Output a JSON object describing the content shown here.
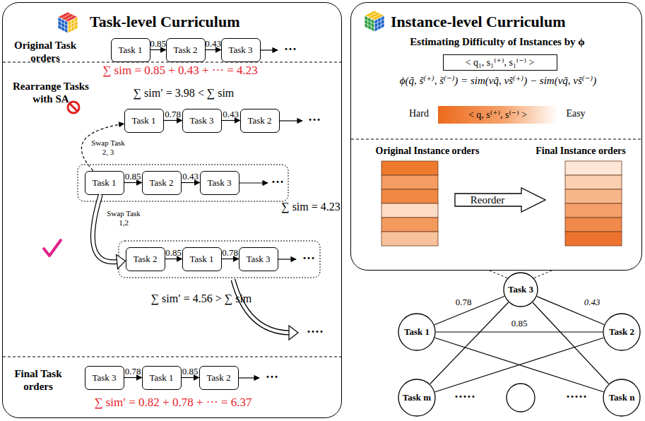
{
  "diagram": {
    "nodes": [
      {
        "text": [
          "Task-level Curriculum"
        ]
      },
      {
        "text": [
          "Task 1"
        ],
        "in": 0
      },
      {
        "text": [
          "Task 2"
        ],
        "in": 0
      },
      {
        "text": [
          "Task 3"
        ],
        "in": 0
      },
      {
        "text": [
          "Task 1"
        ],
        "in": 0
      },
      {
        "text": [
          "Task 3"
        ],
        "in": 0
      },
      {
        "text": [
          "Task 2"
        ],
        "in": 0
      },
      {
        "text": [
          "Task 1"
        ],
        "in": 0
      },
      {
        "text": [
          "Task 2"
        ],
        "in": 0
      },
      {
        "text": [
          "Task 3"
        ],
        "in": 0
      },
      {
        "text": [
          "Task 2"
        ],
        "in": 0
      },
      {
        "text": [
          "Task 1"
        ],
        "in": 0
      },
      {
        "text": [
          "Task 3"
        ],
        "in": 0
      },
      {
        "text": [
          "Task 3"
        ],
        "in": 0
      },
      {
        "text": [
          "Task 1"
        ],
        "in": 0
      },
      {
        "text": [
          "Task 2"
        ],
        "in": 0
      },
      {
        "text": [
          "Instance-level Curriculum"
        ]
      },
      {
        "text": [
          "< q₁, s₁⁽⁺⁾, s₁⁽⁻⁾ >"
        ],
        "in": 16
      },
      {
        "text": [
          "< q, s⁽⁺⁾, s⁽⁻⁾ >"
        ],
        "in": 16
      },
      {
        "text": [
          "Reorder"
        ],
        "in": 16
      },
      {
        "text": [
          "Task 3"
        ]
      },
      {
        "text": [
          "Task 1"
        ]
      },
      {
        "text": [
          "Task 2"
        ]
      },
      {
        "text": [
          "Task m"
        ]
      },
      {
        "text": [
          "Task n"
        ]
      }
    ],
    "edges": [
      {
        "from": 1,
        "to": 2,
        "label": "0.85",
        "arrow": "to"
      },
      {
        "from": 2,
        "to": 3,
        "label": "0.43",
        "arrow": "to"
      },
      {
        "from": 4,
        "to": 5,
        "label": "0.78",
        "arrow": "to"
      },
      {
        "from": 5,
        "to": 6,
        "label": "0.43",
        "arrow": "to"
      },
      {
        "from": 7,
        "to": 8,
        "label": "0.85",
        "arrow": "to"
      },
      {
        "from": 8,
        "to": 9,
        "label": "0.43",
        "arrow": "to"
      },
      {
        "from": 10,
        "to": 11,
        "label": "0.85",
        "arrow": "to"
      },
      {
        "from": 11,
        "to": 12,
        "label": "0.78",
        "arrow": "to"
      },
      {
        "from": 13,
        "to": 14,
        "label": "0.78",
        "arrow": "to"
      },
      {
        "from": 14,
        "to": 15,
        "label": "0.85",
        "arrow": "to"
      },
      {
        "from": 7,
        "to": 4,
        "label": "Swap Task 2, 3",
        "arrow": "to"
      },
      {
        "from": 7,
        "to": 10,
        "label": "Swap Task 1,2",
        "arrow": "to"
      },
      {
        "from": 20,
        "to": 21,
        "label": "0.78",
        "arrow": "none"
      },
      {
        "from": 20,
        "to": 22,
        "label": "0.43",
        "arrow": "none"
      },
      {
        "from": 21,
        "to": 22,
        "label": "0.85",
        "arrow": "none"
      },
      {
        "from": 20,
        "to": 23,
        "arrow": "none"
      },
      {
        "from": 20,
        "to": 24,
        "arrow": "none"
      },
      {
        "from": 21,
        "to": 24,
        "arrow": "none"
      },
      {
        "from": 22,
        "to": 23,
        "arrow": "none"
      }
    ],
    "labels": [
      "Original Task orders",
      "···",
      "∑ sim = 0.85 + 0.43 + ··· = 4.23",
      "Rearrange Tasks with SA",
      "∑ sim′ = 3.98 < ∑ sim",
      "···",
      "···",
      "∑ sim = 4.23",
      "···",
      "∑ sim′ = 4.56 > ∑ sim",
      "····",
      "Final Task orders",
      "···",
      "∑ sim′ = 0.82 + 0.78 + ··· = 6.37",
      "Estimating Difficulty of Instances by ϕ",
      "ϕ(q̃, s̃⁽⁺⁾, s̃⁽⁻⁾) = sim(vq̃, vs̃⁽⁺⁾) − sim(vq̃, vs̃⁽⁻⁾)",
      "Hard",
      "Easy",
      "Original Instance orders",
      "Final Instance orders",
      "·····",
      "·····"
    ]
  }
}
